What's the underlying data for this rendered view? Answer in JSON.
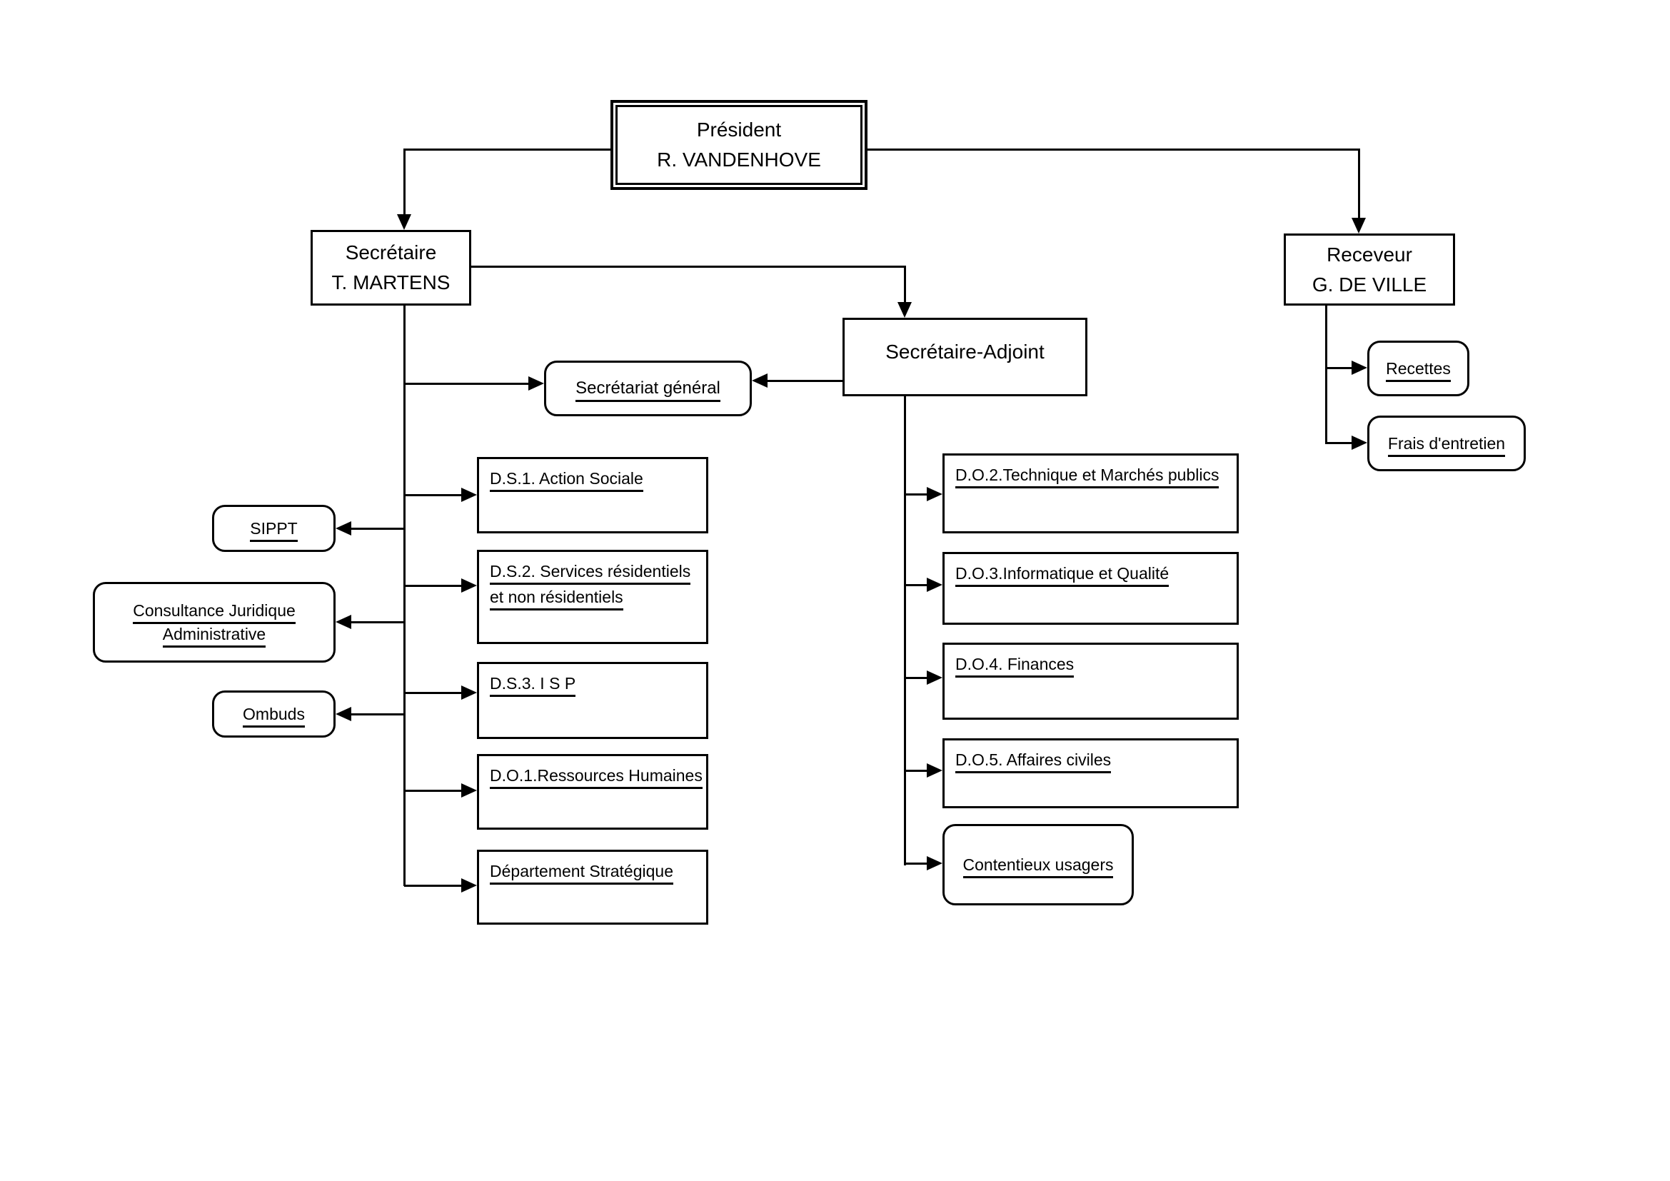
{
  "colors": {
    "ink": "#000000",
    "paper": "#ffffff"
  },
  "org_chart": {
    "president": {
      "title": "Président",
      "name": "R. VANDENHOVE"
    },
    "secretaire": {
      "title": "Secrétaire",
      "name": "T. MARTENS"
    },
    "receveur": {
      "title": "Receveur",
      "name": "G. DE VILLE"
    },
    "secretaire_adjoint": {
      "title": "Secrétaire-Adjoint"
    },
    "secretariat_general": {
      "title": "Secrétariat général"
    },
    "sippt": {
      "title": "SIPPT"
    },
    "consultance": {
      "line1": "Consultance Juridique",
      "line2": "Administrative"
    },
    "ombuds": {
      "title": "Ombuds"
    },
    "ds1": {
      "title": "D.S.1. Action Sociale"
    },
    "ds2": {
      "line1": "D.S.2. Services résidentiels",
      "line2": "et non résidentiels"
    },
    "ds3": {
      "title": "D.S.3. I S P"
    },
    "do1": {
      "title": "D.O.1.Ressources Humaines"
    },
    "departement_strategique": {
      "title": "Département Stratégique"
    },
    "do2": {
      "title": "D.O.2.Technique et Marchés publics"
    },
    "do3": {
      "title": "D.O.3.Informatique et Qualité"
    },
    "do4": {
      "title": "D.O.4. Finances"
    },
    "do5": {
      "title": "D.O.5. Affaires civiles"
    },
    "contentieux_usagers": {
      "title": "Contentieux usagers"
    },
    "recettes": {
      "title": "Recettes"
    },
    "frais_entretien": {
      "title": "Frais d'entretien"
    }
  }
}
